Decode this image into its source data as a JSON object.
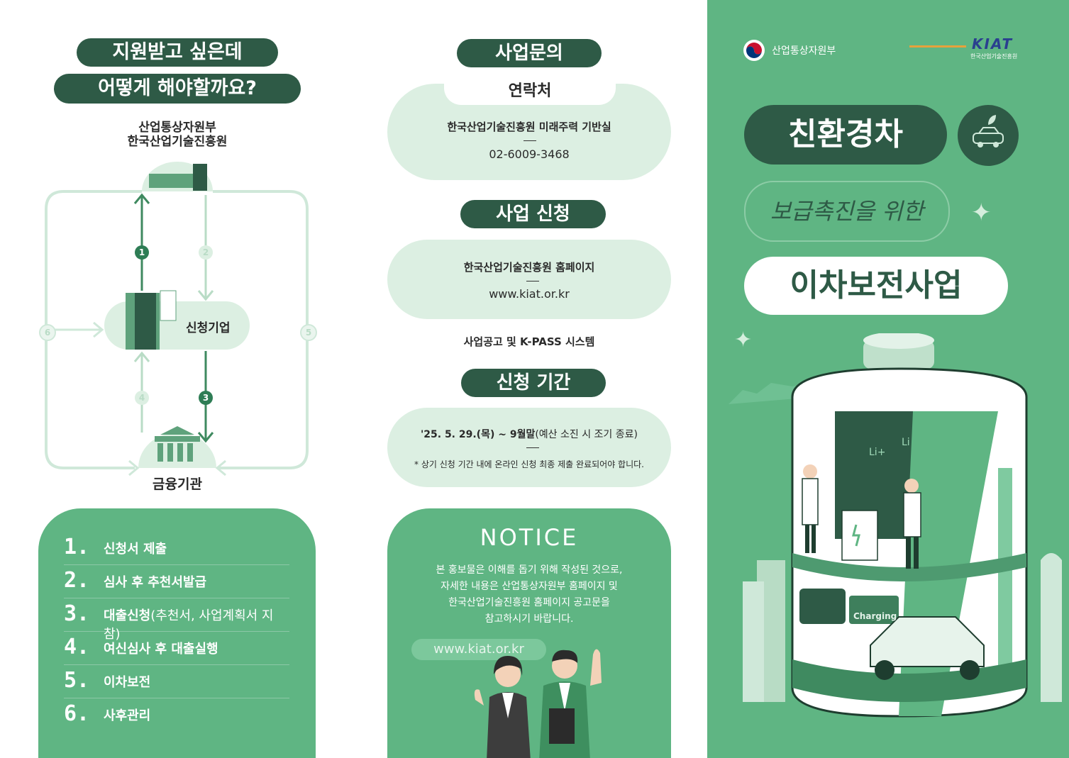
{
  "panel1": {
    "title_line1": "지원받고 싶은데",
    "title_line2": "어떻게 해야할까요?",
    "agency_line1": "산업통상자원부",
    "agency_line2": "한국산업기술진흥원",
    "company_label": "신청기업",
    "bank_label": "금융기관",
    "flow_numbers": [
      "1",
      "2",
      "3",
      "4",
      "5",
      "6"
    ],
    "steps": [
      {
        "num": "1.",
        "text": "신청서 제출",
        "sub": ""
      },
      {
        "num": "2.",
        "text": "심사 후 추천서발급",
        "sub": ""
      },
      {
        "num": "3.",
        "text": "대출신청",
        "sub": "(추천서, 사업계획서 지참)"
      },
      {
        "num": "4.",
        "text": "여신심사 후 대출실행",
        "sub": ""
      },
      {
        "num": "5.",
        "text": "이차보전",
        "sub": ""
      },
      {
        "num": "6.",
        "text": "사후관리",
        "sub": ""
      }
    ]
  },
  "panel2": {
    "inquiry_title": "사업문의",
    "contact_label": "연락처",
    "contact_org": "한국산업기술진흥원 미래주력 기반실",
    "contact_phone": "02-6009-3468",
    "apply_title": "사업 신청",
    "apply_org": "한국산업기술진흥원 홈페이지",
    "apply_url": "www.kiat.or.kr",
    "apply_note": "사업공고 및 K-PASS 시스템",
    "period_title": "신청 기간",
    "period_date": "'25. 5. 29.(목) ~ 9월말",
    "period_date_sub": "(예산 소진 시 조기 종료)",
    "period_note": "* 상기 신청 기간 내에 온라인 신청 최종 제출 완료되어야 합니다.",
    "notice_title": "NOTICE",
    "notice_lines": [
      "본 홍보물은 이해를 돕기 위해 작성된 것으로,",
      "자세한 내용은 산업통상자원부 홈페이지 및",
      "한국산업기술진흥원 홈페이지 공고문을",
      "참고하시기 바랍니다."
    ],
    "notice_url": "www.kiat.or.kr"
  },
  "panel3": {
    "ministry_logo_text": "산업통상자원부",
    "kiat_logo_text": "KIAT",
    "kiat_logo_sub": "한국산업기술진흥원",
    "title_main": "친환경차",
    "title_script": "보급촉진을 위한",
    "title_sub": "이차보전사업",
    "lab_text_1": "Li+",
    "lab_text_2": "Li",
    "charging_label": "Charging"
  },
  "colors": {
    "dark_green": "#2e5a46",
    "mid_green": "#6bbf8e",
    "light_green": "#dcefe2",
    "cover_bg": "#5fb583"
  }
}
